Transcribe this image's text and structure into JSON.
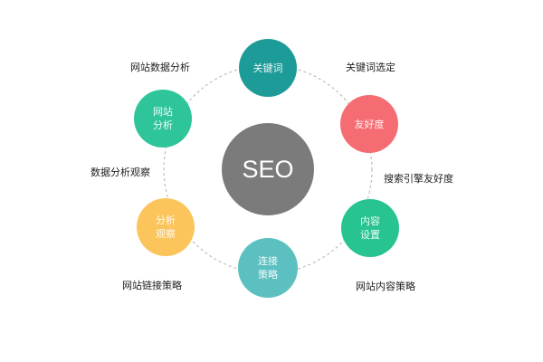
{
  "diagram": {
    "center": {
      "label": "SEO",
      "color": "#7b7b7b"
    },
    "nodes": [
      {
        "id": "keywords",
        "lines": [
          "关键词"
        ],
        "color": "#1d9b98",
        "caption": "关键词选定"
      },
      {
        "id": "friendliness",
        "lines": [
          "友好度"
        ],
        "color": "#f56c73",
        "caption": "搜索引擎友好度"
      },
      {
        "id": "content",
        "lines": [
          "内容",
          "设置"
        ],
        "color": "#27c491",
        "caption": "网站内容策略"
      },
      {
        "id": "links",
        "lines": [
          "连接",
          "策略"
        ],
        "color": "#5cc0c1",
        "caption": "网站链接策略"
      },
      {
        "id": "observe",
        "lines": [
          "分析",
          "观察"
        ],
        "color": "#fbc55c",
        "caption": "数据分析观察"
      },
      {
        "id": "analysis",
        "lines": [
          "网站",
          "分析"
        ],
        "color": "#2fc59b",
        "caption": "网站数据分析"
      }
    ],
    "ring": {
      "style": "dashed",
      "color": "#bdbdbd"
    }
  }
}
